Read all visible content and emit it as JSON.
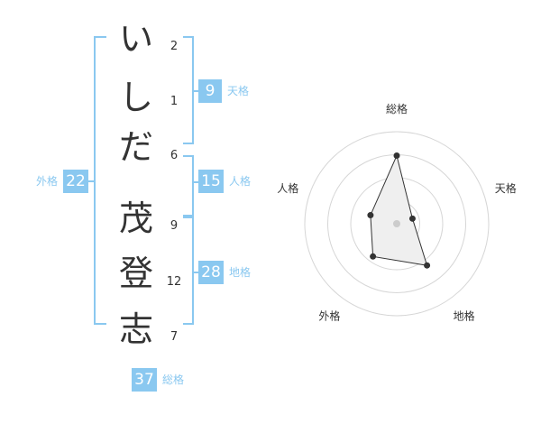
{
  "name": {
    "characters": [
      {
        "char": "い",
        "strokes": "2"
      },
      {
        "char": "し",
        "strokes": "1"
      },
      {
        "char": "だ",
        "strokes": "6"
      },
      {
        "char": "茂",
        "strokes": "9"
      },
      {
        "char": "登",
        "strokes": "12"
      },
      {
        "char": "志",
        "strokes": "7"
      }
    ]
  },
  "scores": {
    "tenkaku": {
      "value": "9",
      "label": "天格"
    },
    "jinkaku": {
      "value": "15",
      "label": "人格"
    },
    "chikaku": {
      "value": "28",
      "label": "地格"
    },
    "gaikaku": {
      "value": "22",
      "label": "外格"
    },
    "soukaku": {
      "value": "37",
      "label": "総格"
    }
  },
  "accent_color": "#8ac8f0",
  "chart_data": {
    "type": "radar",
    "axes": [
      "総格",
      "天格",
      "地格",
      "外格",
      "人格"
    ],
    "values": [
      37,
      9,
      28,
      22,
      15
    ],
    "levels": 4,
    "center_marker": true
  }
}
